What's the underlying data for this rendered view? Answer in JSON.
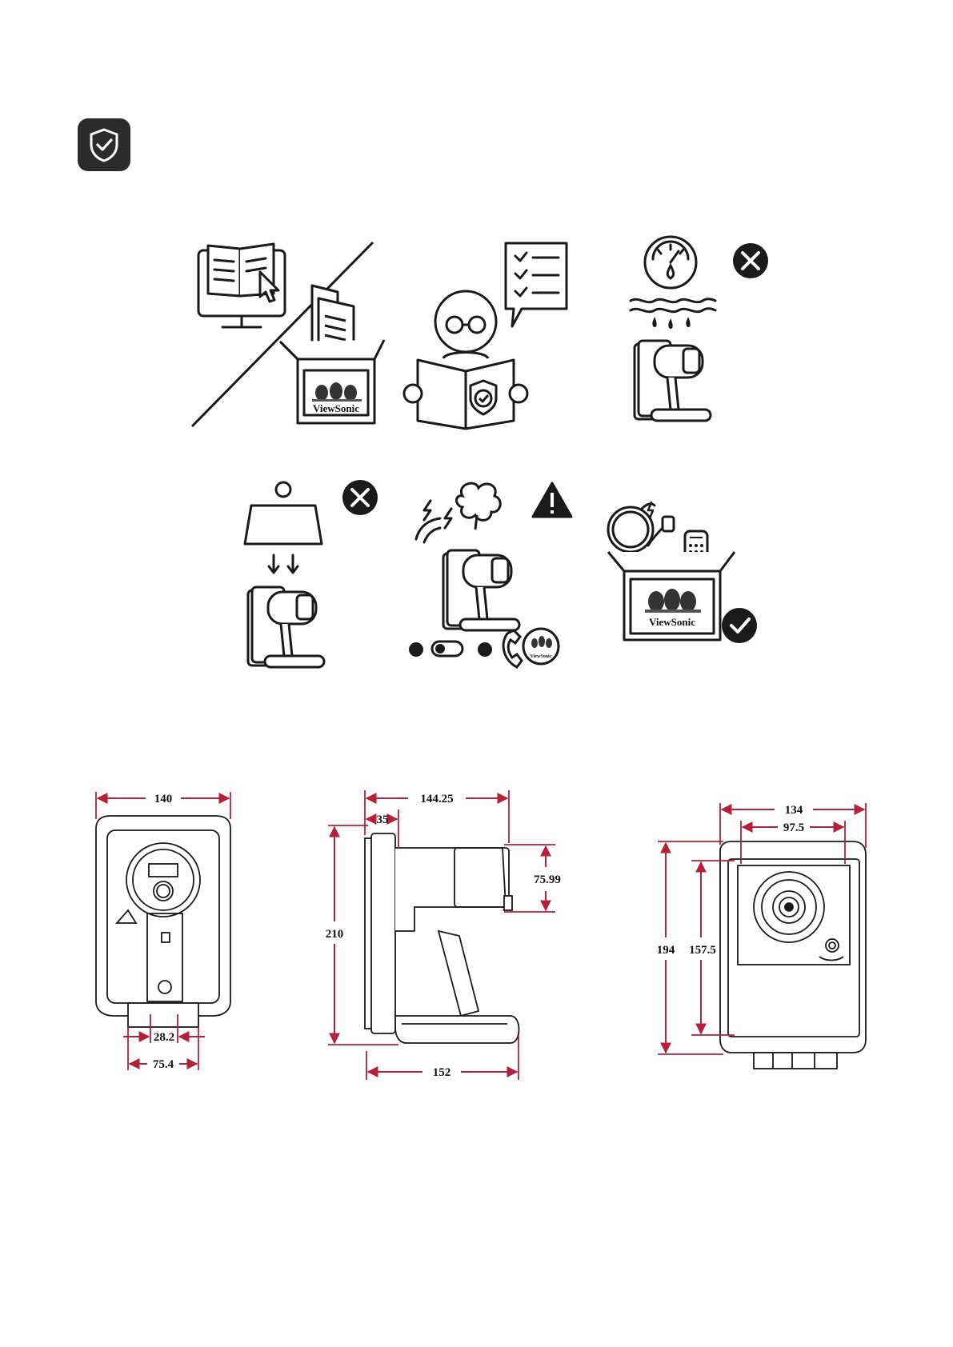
{
  "page": {
    "safety_badge": "shield-check-icon"
  },
  "illustrations": {
    "icons": [
      "online-manual-icon",
      "printed-guide-in-box-icon",
      "user-reading-safety-guide-icon",
      "checklist-speech-bubble-icon",
      "humidity-gauge-icon",
      "water-drops-icon",
      "heavy-weight-icon",
      "lightning-icon",
      "smoke-icon",
      "power-switch-icon",
      "phone-support-icon",
      "power-cable-icon",
      "remote-control-icon",
      "accessories-in-box-icon"
    ],
    "status_marks": {
      "humidity": "prohibited",
      "weight": "prohibited",
      "damage": "warning",
      "accessories": "ok"
    },
    "brand_box_label": "ViewSonic",
    "brand_box_label_small": "ViewSonic",
    "remote_brand_label": "ViewSonic"
  },
  "dimensions": {
    "front": {
      "width": "140",
      "stand_inner": "28.2",
      "stand_outer": "75.4"
    },
    "side": {
      "top": "144.25",
      "offset": "35",
      "height": "210",
      "lens": "75.99",
      "base": "152"
    },
    "back": {
      "width": "134",
      "panel_width": "97.5",
      "height": "194",
      "panel_height": "157.5"
    }
  },
  "colors": {
    "dimension_line": "#b5213a",
    "ink": "#1a1a1a",
    "badge": "#2b2b2b"
  }
}
